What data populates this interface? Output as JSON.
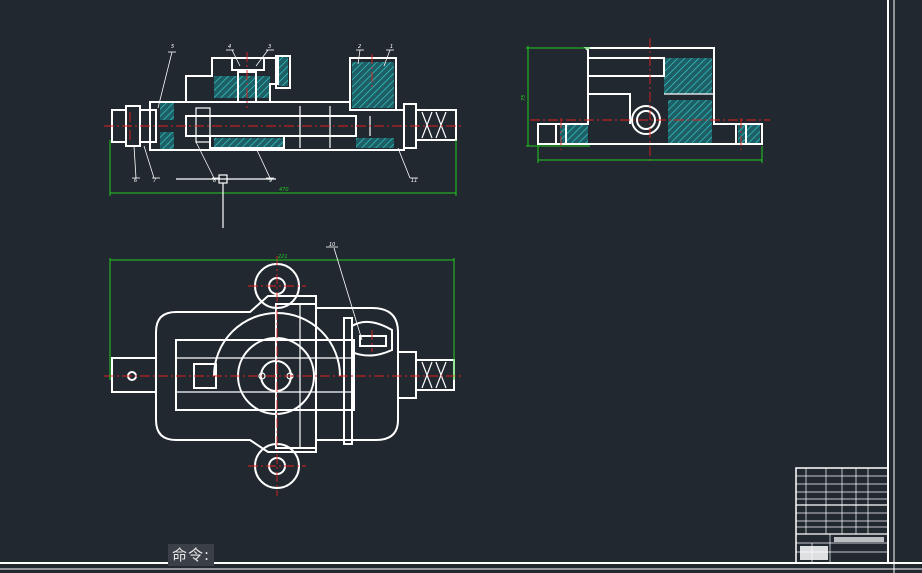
{
  "app": {
    "command_prompt": "命令:"
  },
  "drawing": {
    "colors": {
      "background": "#212830",
      "outline": "#ffffff",
      "hatch": "#2bb5b5",
      "dimension": "#22cc22",
      "centerline": "#e02020"
    },
    "part_numbers": [
      "5",
      "4",
      "3",
      "2",
      "1",
      "6",
      "7",
      "8",
      "9",
      "11",
      "10"
    ],
    "dimensions": {
      "front_length": "470",
      "top_width": "221",
      "side_height": "75"
    }
  }
}
